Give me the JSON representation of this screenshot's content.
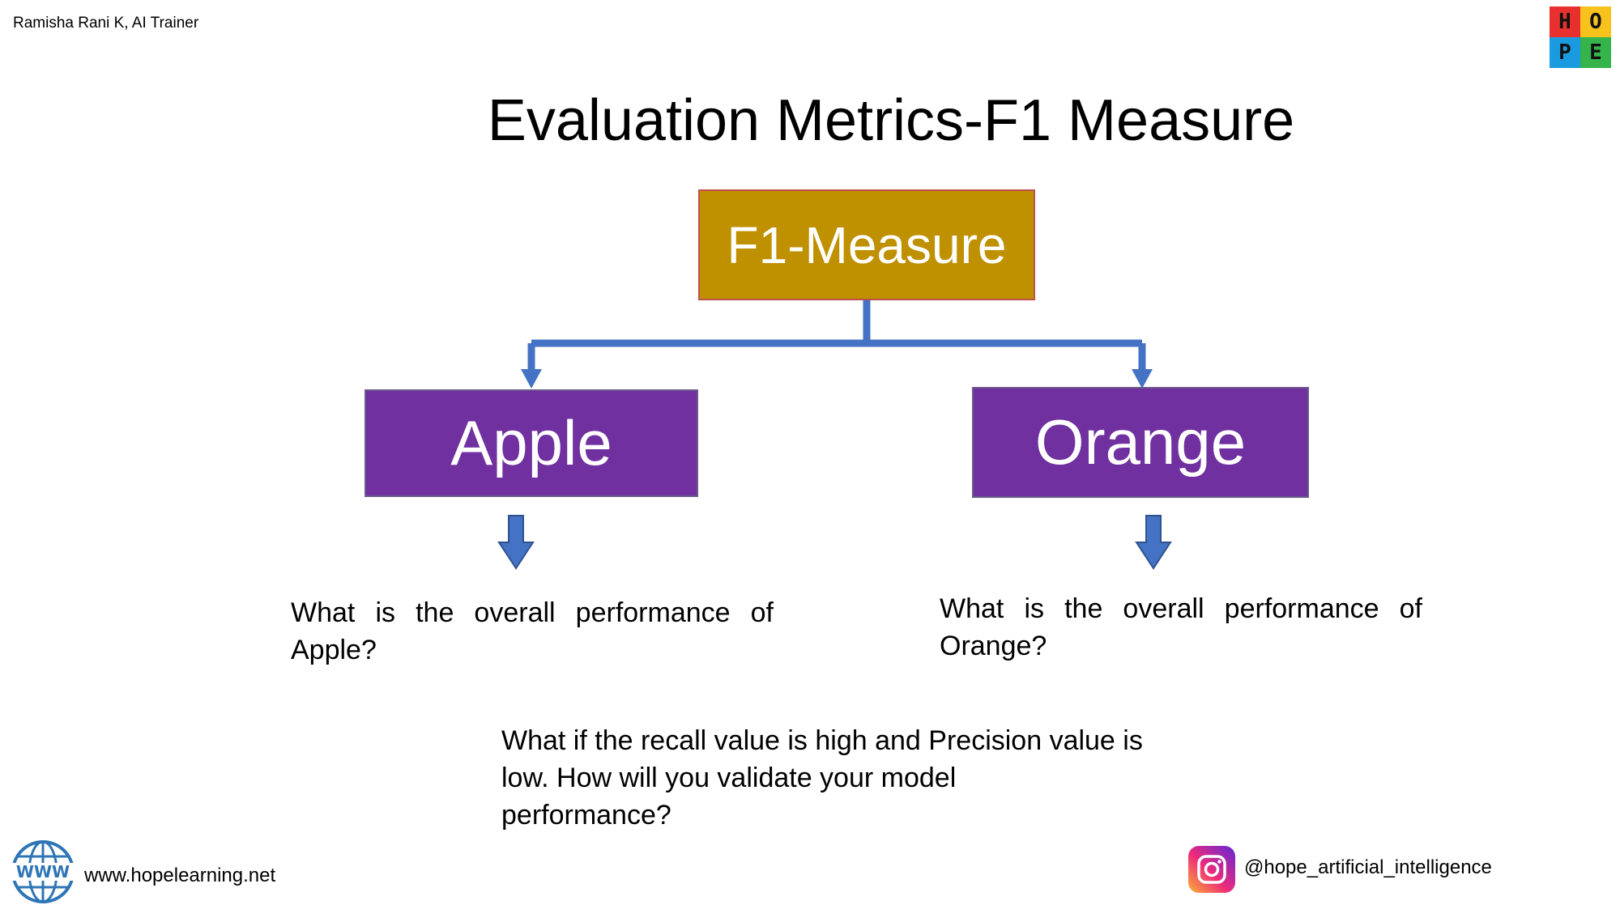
{
  "header": {
    "author": "Ramisha Rani K, AI Trainer"
  },
  "logo": {
    "letters": [
      "H",
      "O",
      "P",
      "E"
    ],
    "colors": [
      "#e8312f",
      "#f7c21b",
      "#1a9be0",
      "#34b44a"
    ]
  },
  "slide": {
    "title": "Evaluation Metrics-F1 Measure"
  },
  "diagram": {
    "root": {
      "label": "F1-Measure",
      "color": "#bf9000"
    },
    "children": [
      {
        "label": "Apple",
        "color": "#7030a0",
        "question": "What is the overall performance of Apple?"
      },
      {
        "label": "Orange",
        "color": "#7030a0",
        "question": "What is the overall performance of Orange?"
      }
    ],
    "connector_color": "#4472c4"
  },
  "bottom_question": {
    "lines": [
      "What if the recall value is high and Precision value is",
      "low. How will you validate your model",
      "performance?"
    ]
  },
  "footer": {
    "website_icon": "globe-www-icon",
    "website": "www.hopelearning.net",
    "social_icon": "instagram-icon",
    "social_handle": "@hope_artificial_intelligence"
  }
}
